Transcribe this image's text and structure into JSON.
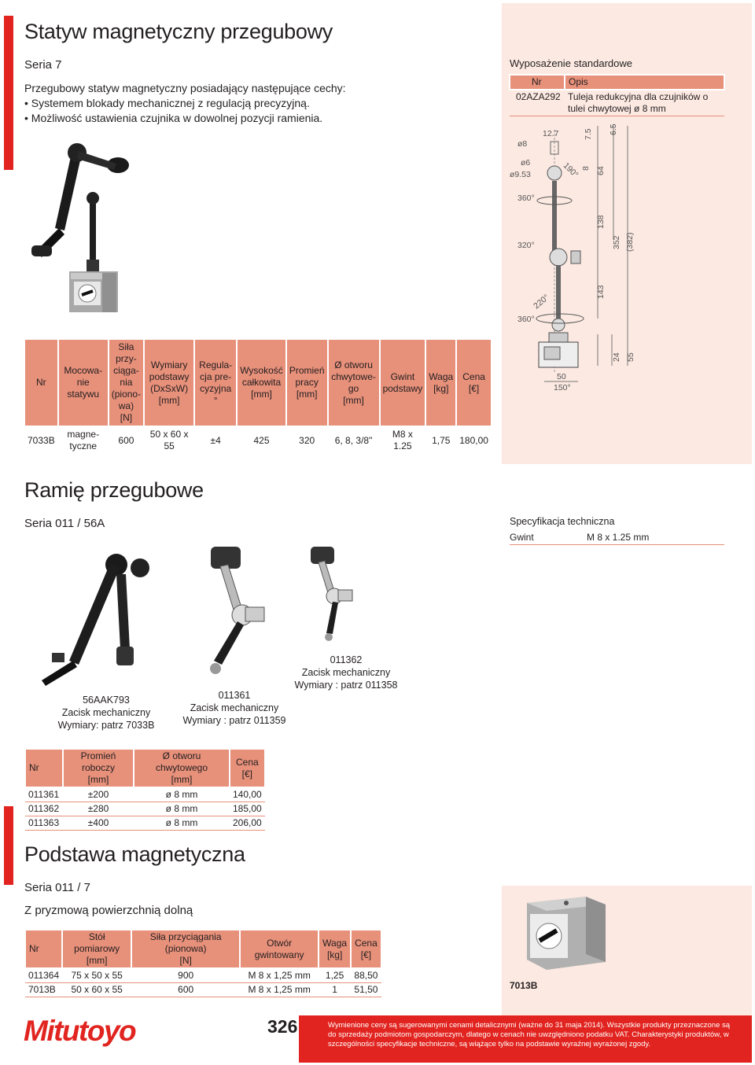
{
  "section1": {
    "title": "Statyw magnetyczny przegubowy",
    "series": "Seria 7",
    "intro": "Przegubowy statyw magnetyczny posiadający następujące cechy:",
    "bullets": [
      "Systemem blokady mechanicznej z regulacją precyzyjną.",
      "Możliwość ustawienia czujnika w dowolnej pozycji ramienia."
    ],
    "table": {
      "headers": [
        "Nr",
        "Mocowa-\nnie\nstatywu",
        "Siła\nprzy-\nciąga-\nnia\n(piono-\nwa)\n[N]",
        "Wymiary\npodstawy\n(DxSxW)\n[mm]",
        "Regula-\ncja pre-\ncyzyjna °",
        "Wysokość\ncałkowita\n[mm]",
        "Promień\npracy\n[mm]",
        "Ø otworu\nchwytowe-\ngo\n[mm]",
        "Gwint\npodstawy",
        "Waga\n[kg]",
        "Cena\n[€]"
      ],
      "row": [
        "7033B",
        "magne-\ntyczne",
        "600",
        "50 x 60 x 55",
        "±4",
        "425",
        "320",
        "6, 8, 3/8\"",
        "M8 x 1.25",
        "1,75",
        "180,00"
      ]
    }
  },
  "standard_equipment": {
    "title": "Wyposażenie standardowe",
    "headers": [
      "Nr",
      "Opis"
    ],
    "row": [
      "02AZA292",
      "Tuleja redukcyjna dla czujników o tulei chwytowej ø 8 mm"
    ]
  },
  "drawing": {
    "labels": [
      "ø8",
      "12.7",
      "7.5",
      "6.5",
      "ø6",
      "ø9.53",
      "190°",
      "8",
      "64",
      "360°",
      "320°",
      "138",
      "352",
      "(382)",
      "143",
      "220°",
      "360°",
      "24",
      "55",
      "50",
      "150°"
    ]
  },
  "section2": {
    "title": "Ramię przegubowe",
    "series": "Seria 011 / 56A",
    "spec_title": "Specyfikacja techniczna",
    "spec_label": "Gwint",
    "spec_value": "M 8 x 1.25 mm",
    "captions": [
      [
        "56AAK793",
        "Zacisk mechaniczny",
        "Wymiary: patrz 7033B"
      ],
      [
        "011361",
        "Zacisk mechaniczny",
        "Wymiary : patrz 011359"
      ],
      [
        "011362",
        "Zacisk mechaniczny",
        "Wymiary : patrz 011358"
      ]
    ],
    "table": {
      "headers": [
        "Nr",
        "Promień roboczy\n[mm]",
        "Ø otworu chwytowego\n[mm]",
        "Cena\n[€]"
      ],
      "rows": [
        [
          "011361",
          "±200",
          "ø 8 mm",
          "140,00"
        ],
        [
          "011362",
          "±280",
          "ø 8 mm",
          "185,00"
        ],
        [
          "011363",
          "±400",
          "ø 8 mm",
          "206,00"
        ]
      ]
    }
  },
  "section3": {
    "title": "Podstawa magnetyczna",
    "series": "Seria 011 / 7",
    "subtitle": "Z pryzmową powierzchnią dolną",
    "image_caption": "7013B",
    "table": {
      "headers": [
        "Nr",
        "Stół pomiarowy\n[mm]",
        "Siła przyciągania (pionowa)\n[N]",
        "Otwór gwintowany",
        "Waga\n[kg]",
        "Cena\n[€]"
      ],
      "rows": [
        [
          "011364",
          "75 x 50 x 55",
          "900",
          "M 8 x 1,25 mm",
          "1,25",
          "88,50"
        ],
        [
          "7013B",
          "50 x 60 x 55",
          "600",
          "M 8 x 1,25 mm",
          "1",
          "51,50"
        ]
      ]
    }
  },
  "footer": {
    "logo": "Mitutoyo",
    "page": "326",
    "note": "Wymienione ceny są sugerowanymi cenami detalicznymi (ważne do 31 maja 2014). Wszystkie produkty przeznaczone są do sprzedaży podmiotom gospodarczym, dlatego w cenach nie uwzględniono podatku VAT. Charakterystyki produktów, w szczególności specyfikacje techniczne, są wiążące tylko na podstawie wyraźnej wyrażonej zgody."
  },
  "colors": {
    "accent": "#e1241f",
    "table_header": "#e7907a",
    "panel": "#fce9e2"
  }
}
